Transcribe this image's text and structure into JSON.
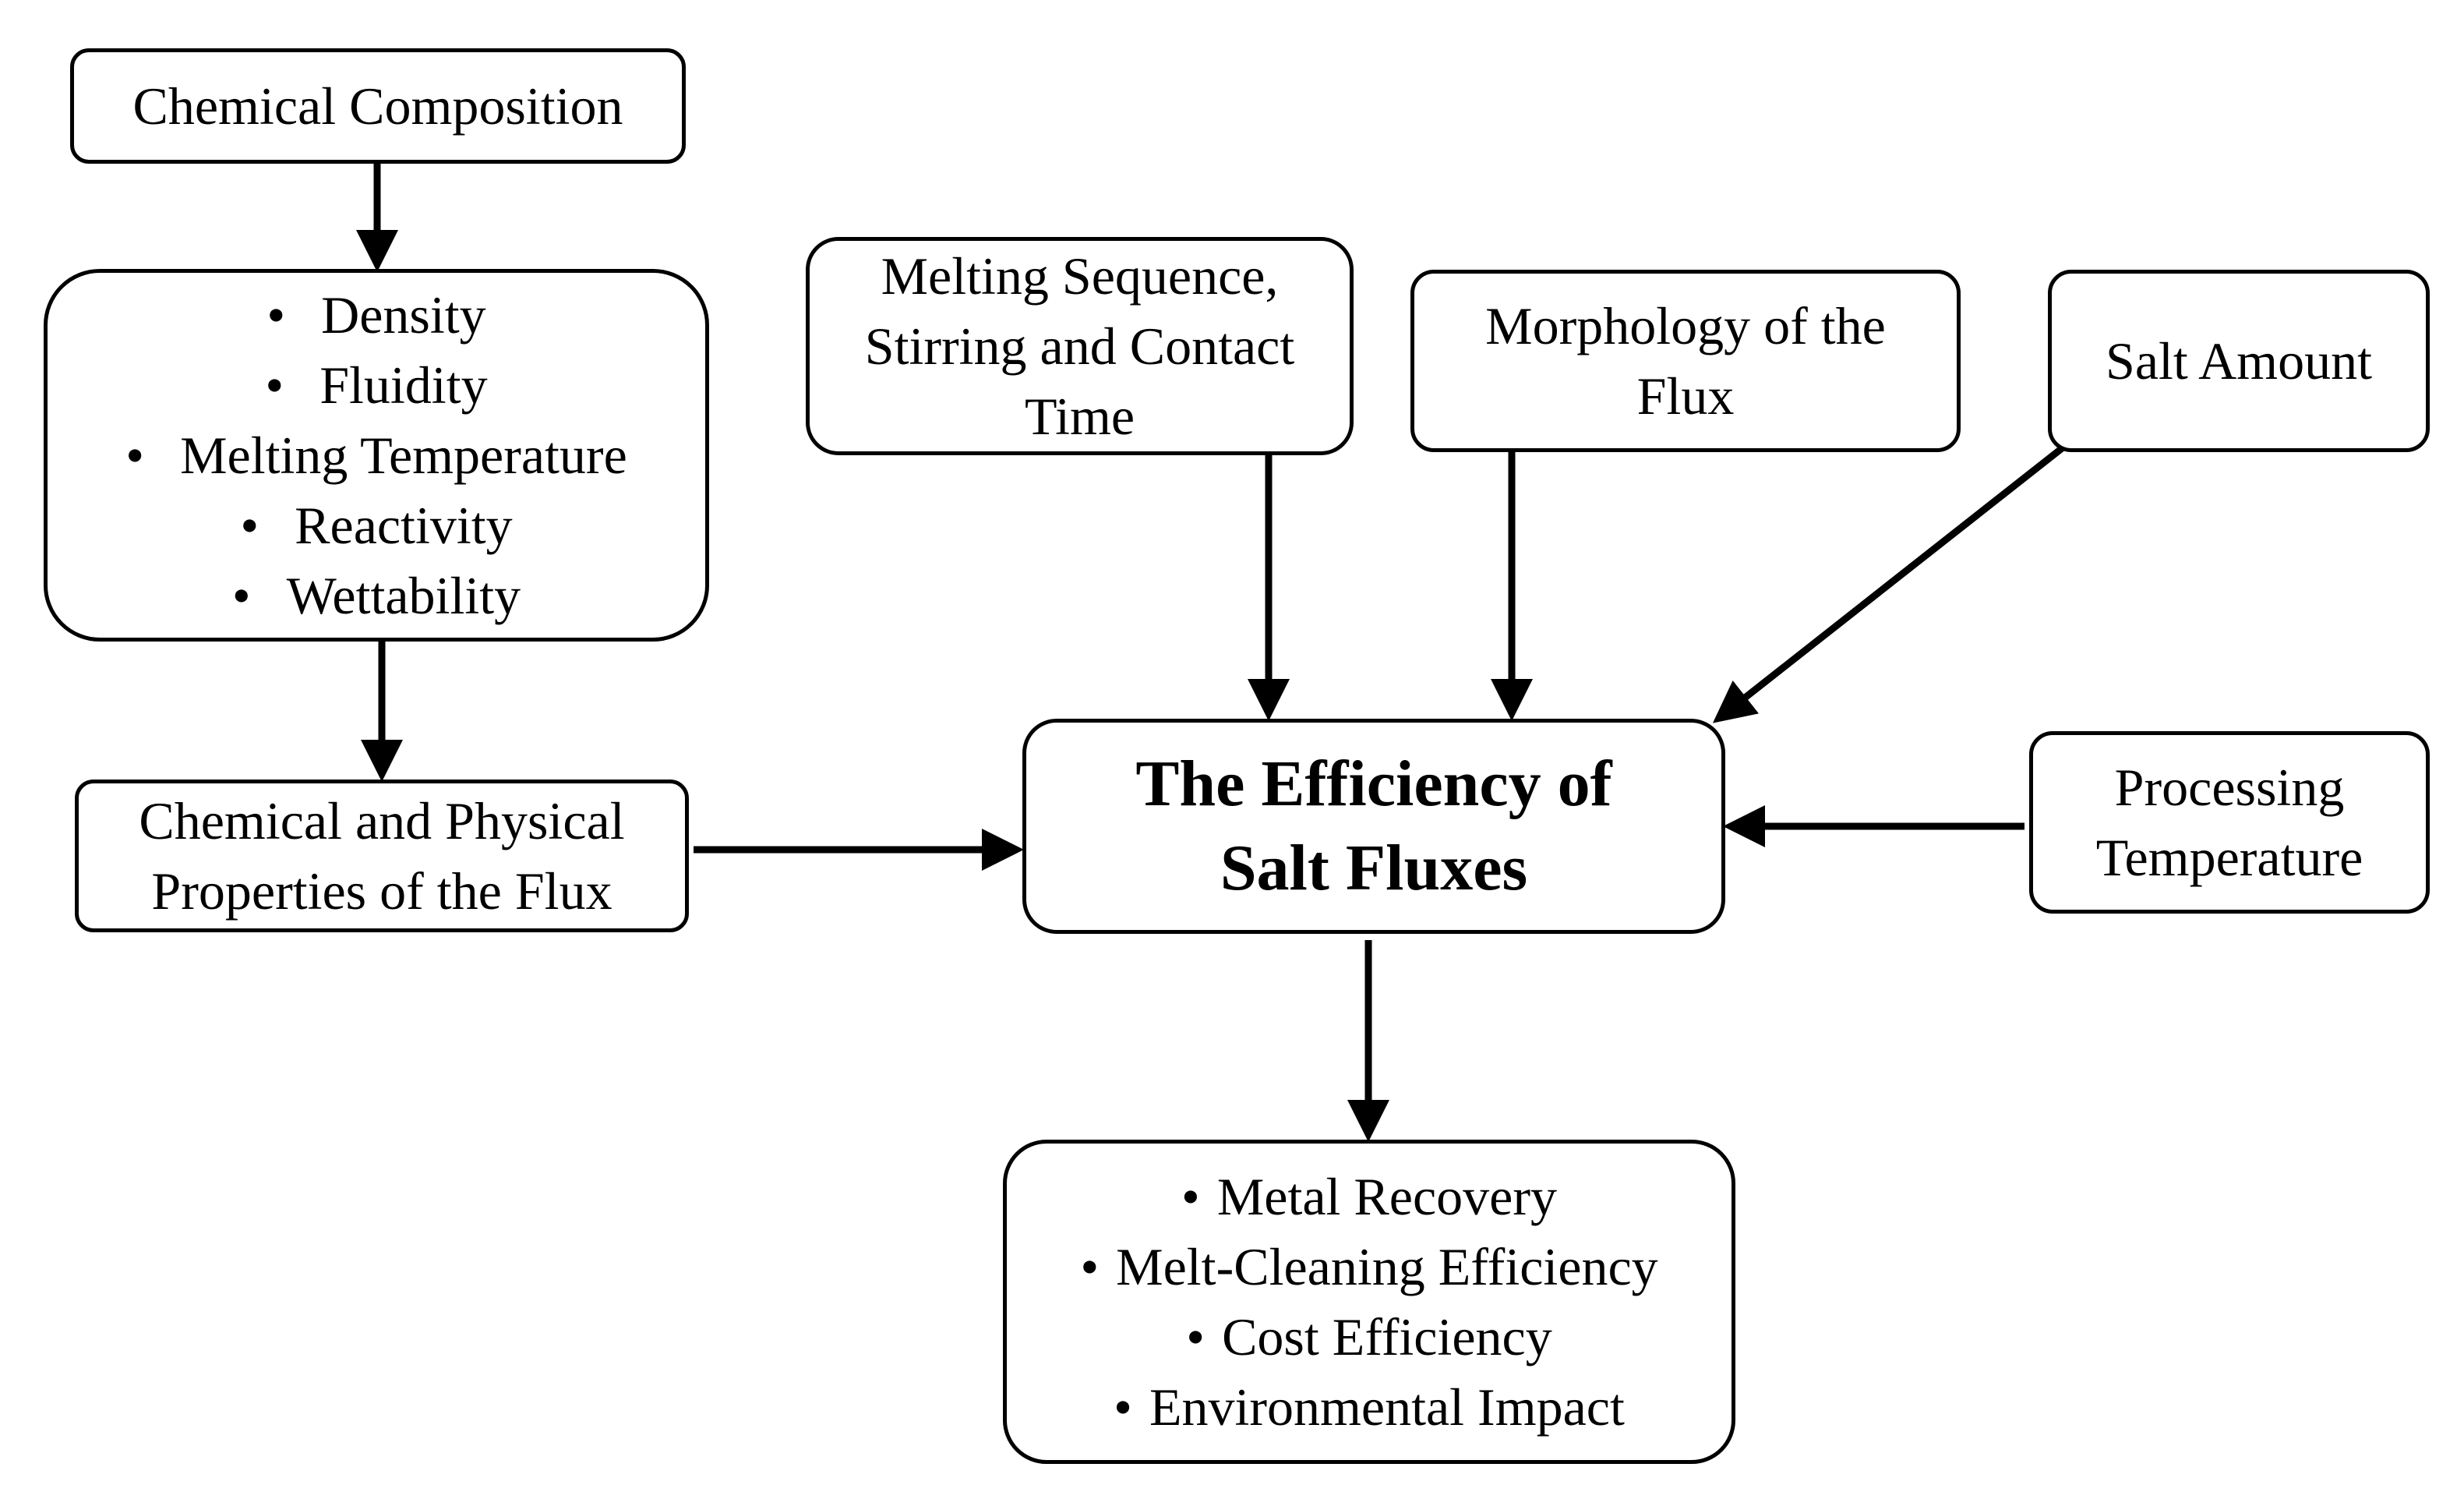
{
  "nodes": {
    "chemical_composition": "Chemical Composition",
    "flux_properties": {
      "items": [
        "Density",
        "Fluidity",
        "Melting Temperature",
        "Reactivity",
        "Wettability"
      ]
    },
    "chemical_physical": {
      "lines": [
        "Chemical and Physical",
        "Properties of the Flux"
      ]
    },
    "melting_sequence": {
      "lines": [
        "Melting Sequence,",
        "Stirring and Contact",
        "Time"
      ]
    },
    "morphology": {
      "lines": [
        "Morphology of the",
        "Flux"
      ]
    },
    "salt_amount": "Salt Amount",
    "center": {
      "lines": [
        "The Efficiency of",
        "Salt Fluxes"
      ]
    },
    "processing_temperature": {
      "lines": [
        "Processing",
        "Temperature"
      ]
    },
    "outcomes": {
      "items": [
        "Metal Recovery",
        "Melt-Cleaning Efficiency",
        "Cost Efficiency",
        "Environmental Impact"
      ]
    }
  },
  "edges": [
    {
      "from": "Chemical Composition",
      "to": "Density / Fluidity / Melting Temperature / Reactivity / Wettability"
    },
    {
      "from": "Density / Fluidity / Melting Temperature / Reactivity / Wettability",
      "to": "Chemical and Physical Properties of the Flux"
    },
    {
      "from": "Chemical and Physical Properties of the Flux",
      "to": "The Efficiency of Salt Fluxes"
    },
    {
      "from": "Melting Sequence, Stirring and Contact Time",
      "to": "The Efficiency of Salt Fluxes"
    },
    {
      "from": "Morphology of the Flux",
      "to": "The Efficiency of Salt Fluxes"
    },
    {
      "from": "Salt Amount",
      "to": "The Efficiency of Salt Fluxes"
    },
    {
      "from": "Processing Temperature",
      "to": "The Efficiency of Salt Fluxes"
    },
    {
      "from": "The Efficiency of Salt Fluxes",
      "to": "Metal Recovery / Melt-Cleaning Efficiency / Cost Efficiency / Environmental Impact"
    }
  ],
  "colors": {
    "stroke": "#000000",
    "background": "#ffffff"
  }
}
